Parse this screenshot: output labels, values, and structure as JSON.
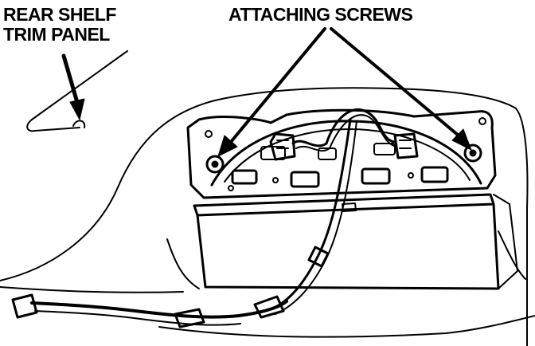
{
  "callouts": {
    "rear_shelf_trim_panel": {
      "line1": "REAR SHELF",
      "line2": "TRIM PANEL"
    },
    "attaching_screws": "ATTACHING SCREWS"
  },
  "colors": {
    "ink": "#000000",
    "paper": "#ffffff"
  }
}
